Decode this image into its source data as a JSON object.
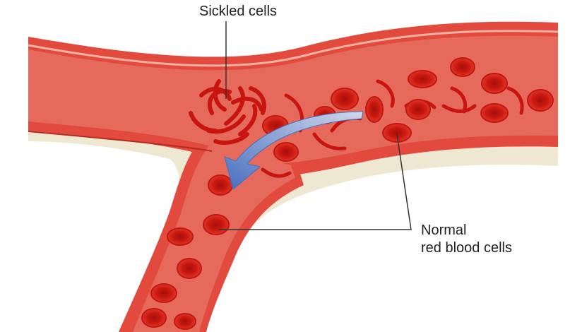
{
  "labels": {
    "sickled_cells": "Sickled cells",
    "normal_line1": "Normal",
    "normal_line2": "red blood cells"
  },
  "colors": {
    "vessel_wall": "#e04a3e",
    "vessel_lumen": "#e6675a",
    "vessel_shadow": "#ece7cf",
    "cell_fill": "#d8201c",
    "cell_center": "#b3120f",
    "arrow": "#4d7fd1",
    "leader_line": "#333333"
  },
  "icons": {
    "flow_arrow": "curved-arrow-icon",
    "sickle_cell": "crescent-icon",
    "normal_cell": "disc-icon"
  }
}
